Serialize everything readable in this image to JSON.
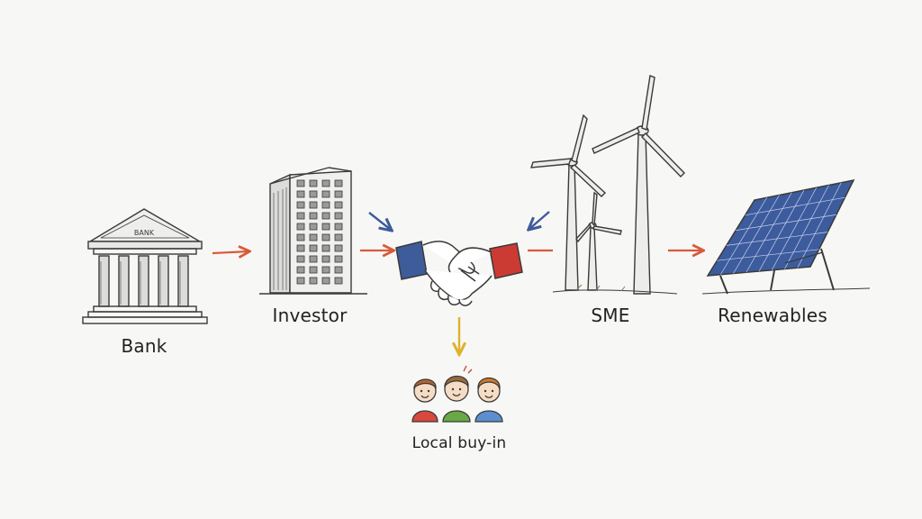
{
  "nodes": {
    "bank": {
      "label": "Bank",
      "sign": "BANK"
    },
    "investor": {
      "label": "Investor"
    },
    "sme": {
      "label": "SME"
    },
    "renewables": {
      "label": "Renewables"
    },
    "local": {
      "label": "Local buy-in"
    }
  },
  "icons": {
    "bank": "bank-building-icon",
    "investor": "office-building-icon",
    "handshake": "handshake-icon",
    "sme": "wind-turbines-icon",
    "renewables": "solar-panel-icon",
    "local": "people-group-icon"
  },
  "colors": {
    "ink": "#3a3a3a",
    "arrow_red": "#d9593a",
    "arrow_blue": "#3e5b9a",
    "arrow_yellow": "#e0b12a",
    "cuff_blue": "#3e5b9a",
    "cuff_red": "#cc3b33",
    "solar_blue": "#3d5c9e"
  }
}
